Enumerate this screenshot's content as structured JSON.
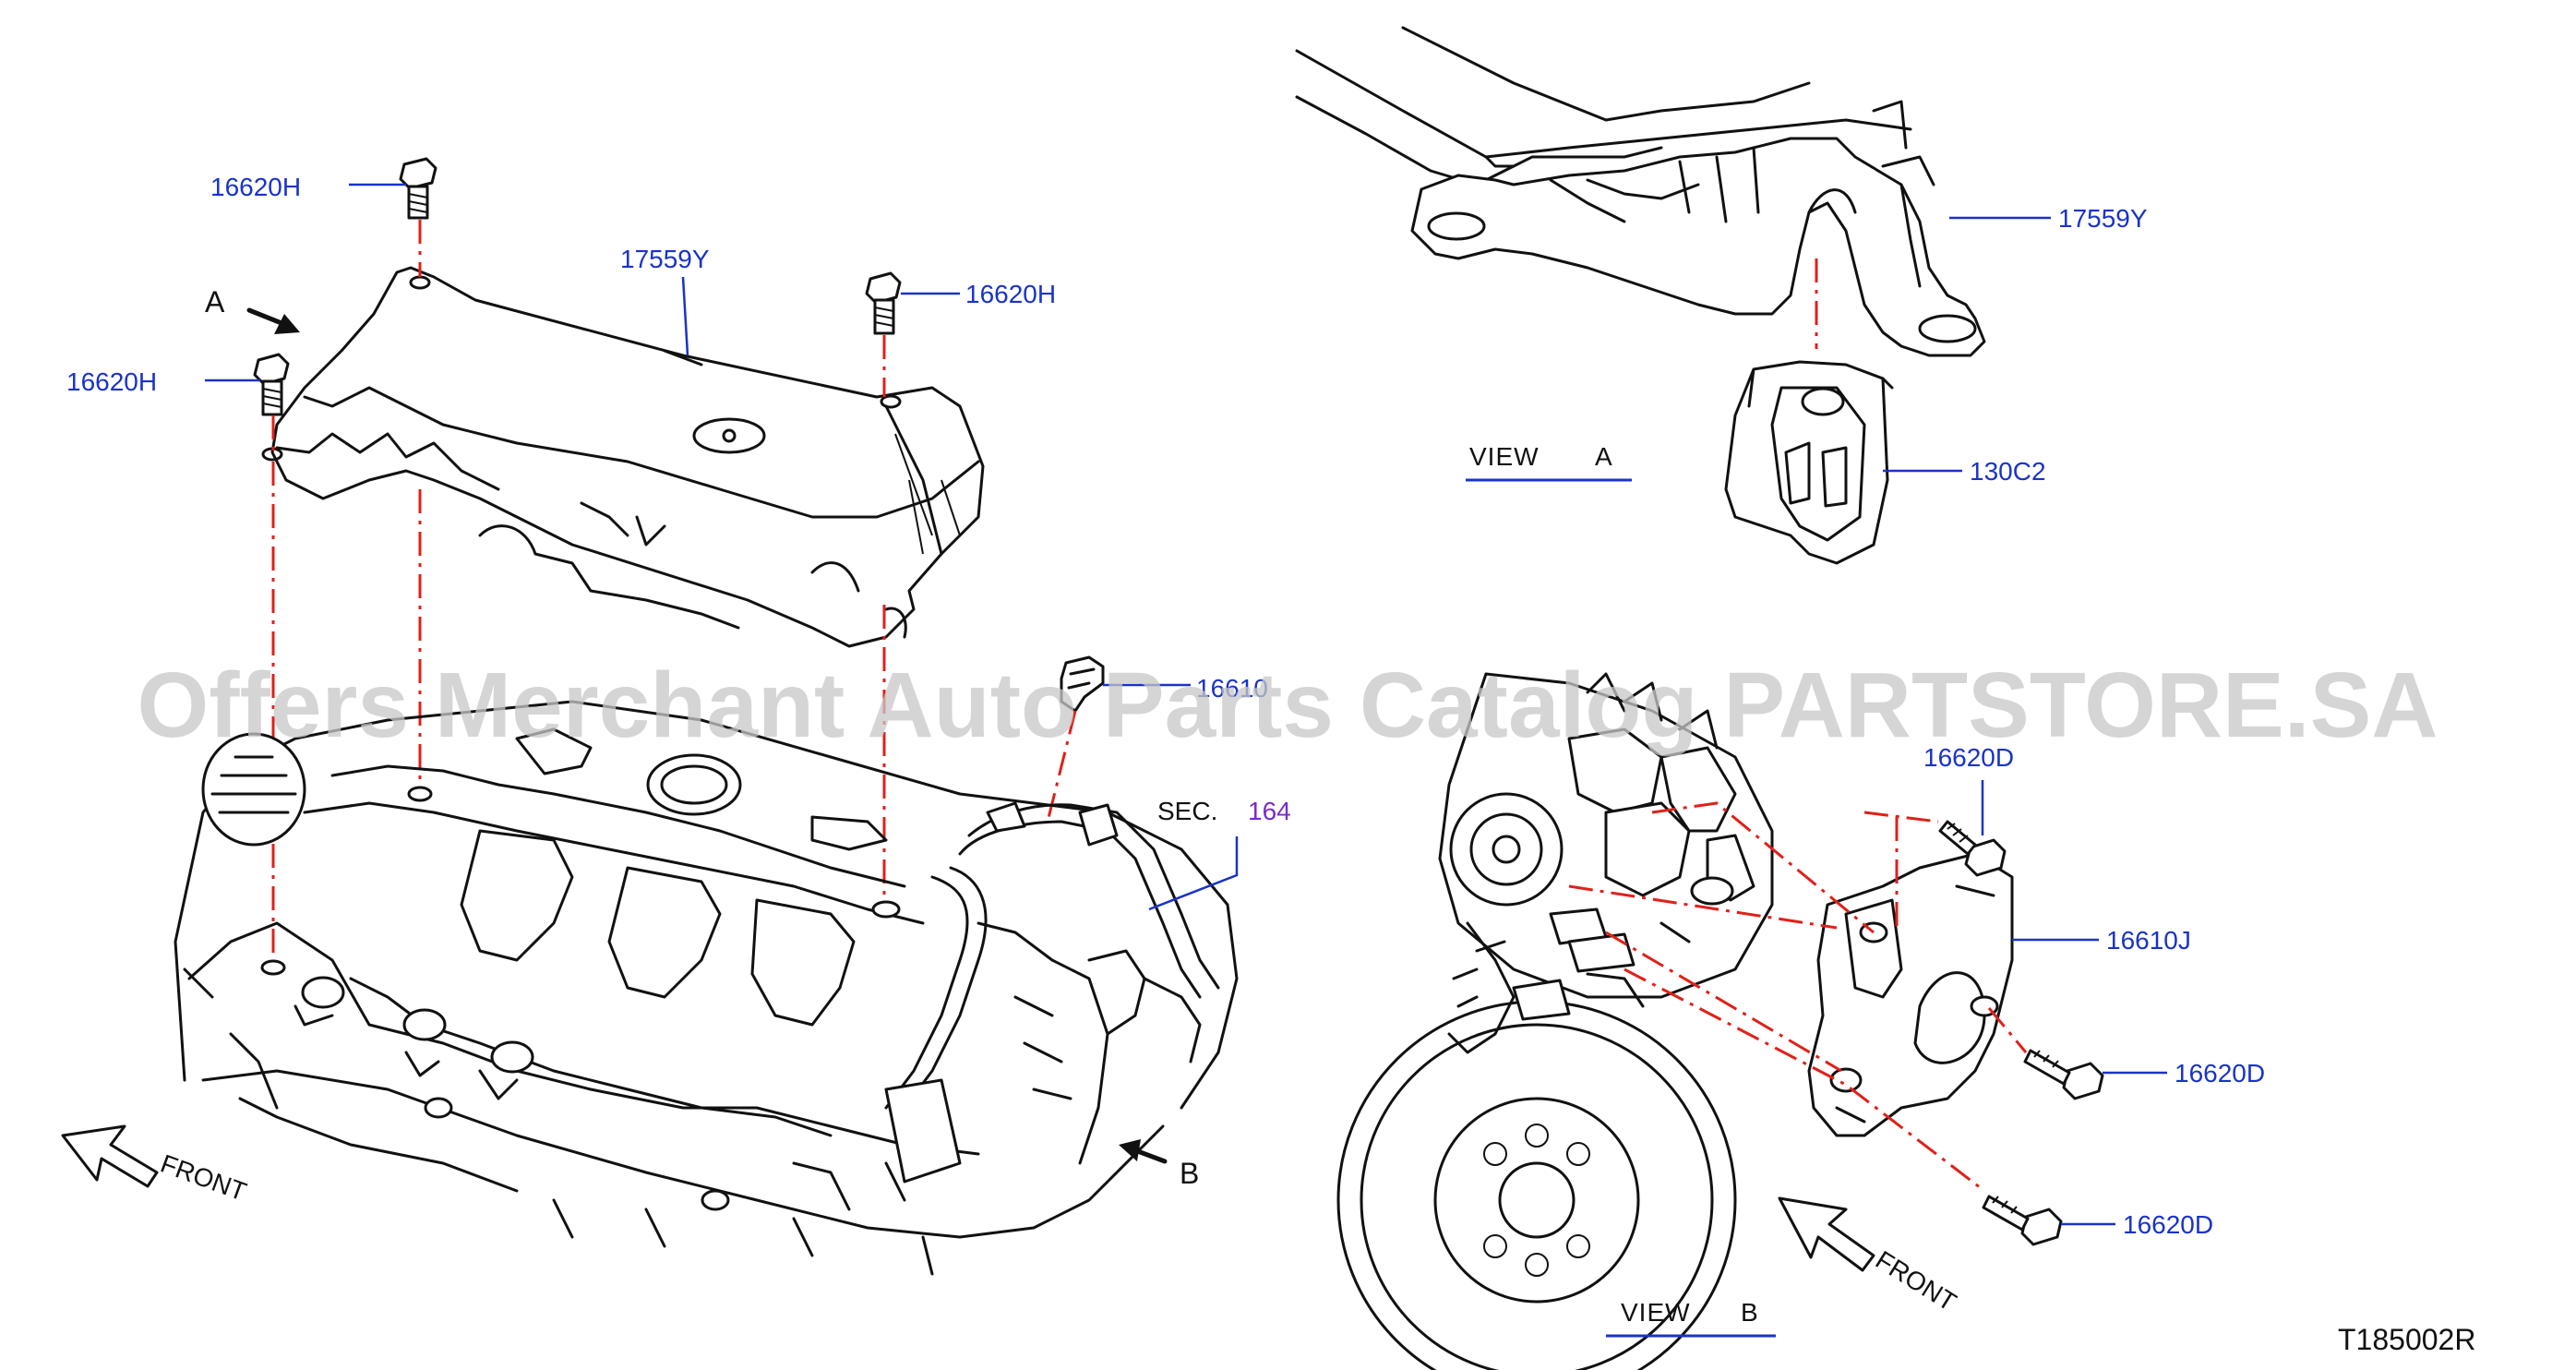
{
  "diagram": {
    "watermark": "Offers Merchant Auto Parts Catalog PARTSTORE.SA",
    "code": "T185002R",
    "labels": {
      "bolt_top": "16620H",
      "cover_main": "17559Y",
      "bolt_right": "16620H",
      "bolt_left": "16620H",
      "clip": "16610",
      "sec_prefix": "SEC.",
      "sec_number": "164",
      "viewa_cover": "17559Y",
      "viewa_bracket": "130C2",
      "viewb_bolt_top": "16620D",
      "viewb_bracket": "16610J",
      "viewb_bolt_mid": "16620D",
      "viewb_bolt_bot": "16620D"
    },
    "arrows": {
      "a_letter": "A",
      "b_letter": "B",
      "front_left": "FRONT",
      "front_right": "FRONT"
    },
    "views": {
      "a_word": "VIEW",
      "a_letter": "A",
      "b_word": "VIEW",
      "b_letter": "B"
    },
    "colors": {
      "label_blue": "#1a33c8",
      "sec_purple": "#7a2cc8",
      "dash_red": "#e0201a"
    }
  }
}
